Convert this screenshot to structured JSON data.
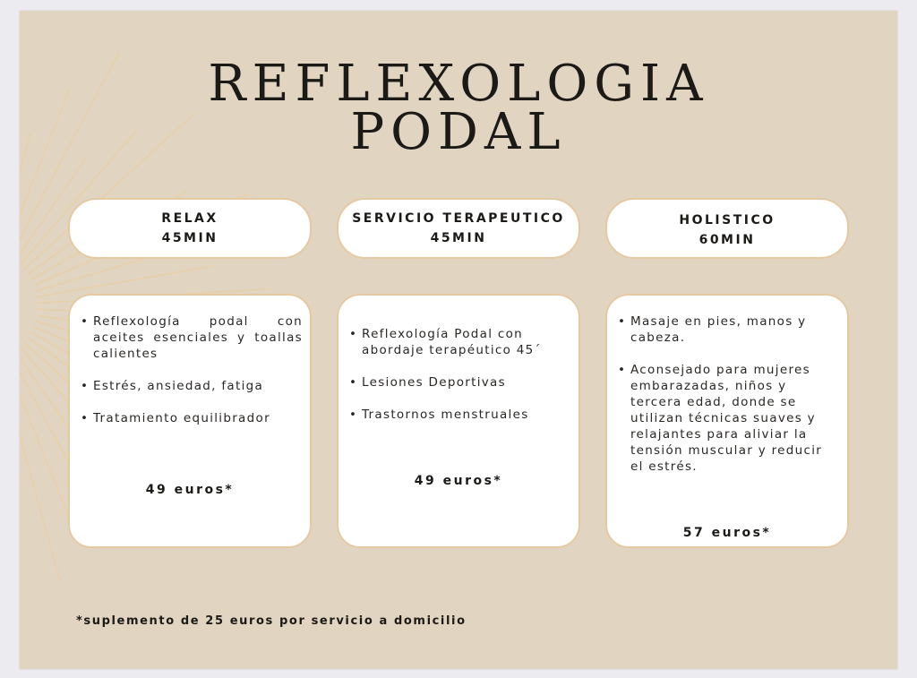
{
  "title": {
    "line1": "REFLEXOLOGIA",
    "line2": "PODAL"
  },
  "services": [
    {
      "name": "RELAX",
      "duration": "45MIN",
      "items": [
        "Reflexología podal con aceites esenciales y toallas calientes",
        "Estrés, ansiedad, fatiga",
        "Tratamiento equilibrador"
      ],
      "price": "49 euros*"
    },
    {
      "name": "SERVICIO TERAPEUTICO",
      "duration": "45MIN",
      "items": [
        "Reflexología Podal con abordaje terapéutico 45´",
        "Lesiones Deportivas",
        "Trastornos menstruales"
      ],
      "price": "49 euros*"
    },
    {
      "name": "HOLISTICO",
      "duration": "60MIN",
      "items": [
        "Masaje en pies, manos y cabeza.",
        "Aconsejado para mujeres embarazadas, niños y tercera edad, donde se utilizan técnicas suaves y relajantes para aliviar la tensión muscular y reducir el estrés."
      ],
      "price": "57 euros*"
    }
  ],
  "footnote": "*suplemento de 25 euros por servicio a domicilio",
  "colors": {
    "background": "#e1d5c1",
    "border": "#e5c9a3",
    "text": "#1c1a17"
  }
}
